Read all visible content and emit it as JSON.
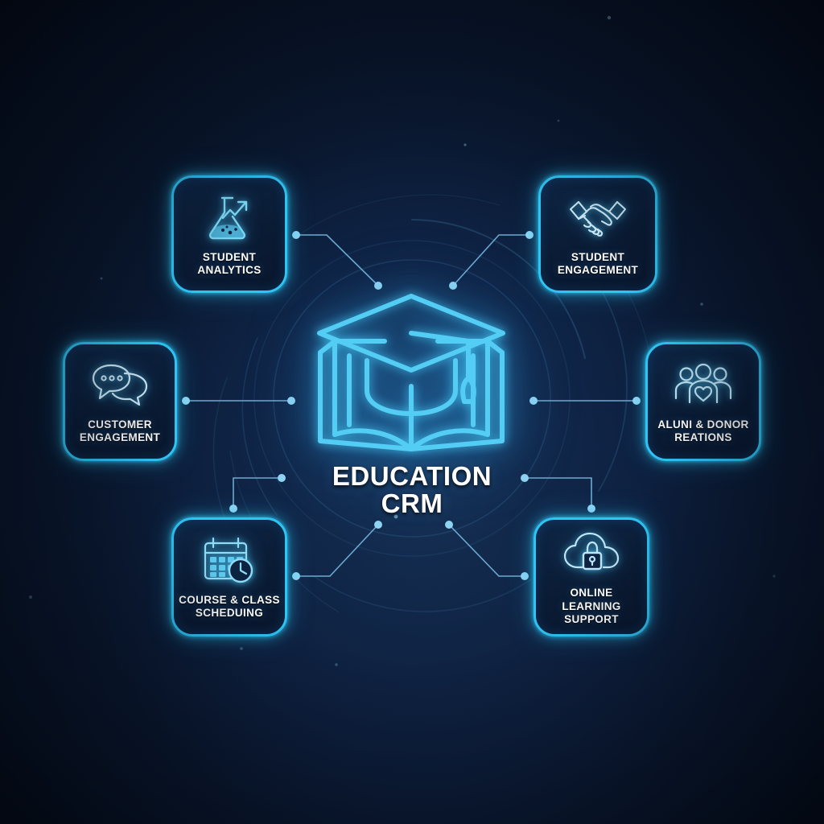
{
  "theme": {
    "accent": "#2ec4f3",
    "icon_color": "#6fd8f7",
    "text_color": "#ffffff",
    "background_dark": "#060f20",
    "background_mid": "#0e2040",
    "connector_color": "#6fb8e0"
  },
  "center": {
    "icon": "graduation-cap-book-icon",
    "title_line1": "EDUCATION",
    "title_line2": "CRM"
  },
  "nodes": [
    {
      "id": "student-analytics",
      "icon": "flask-chart-icon",
      "label_line1": "STUDENT",
      "label_line2": "ANALYTICS",
      "position": "top-left"
    },
    {
      "id": "student-engagement",
      "icon": "handshake-icon",
      "label_line1": "STUDENT",
      "label_line2": "ENGAGEMENT",
      "position": "top-right"
    },
    {
      "id": "customer-engagement",
      "icon": "chat-bubbles-icon",
      "label_line1": "CUSTOMER",
      "label_line2": "ENGAGEMENT",
      "position": "middle-left"
    },
    {
      "id": "alumni-donor-relations",
      "icon": "people-heart-icon",
      "label_line1": "ALUNI & DONOR",
      "label_line2": "REATIONS",
      "position": "middle-right"
    },
    {
      "id": "course-class-scheduling",
      "icon": "calendar-clock-icon",
      "label_line1": "COURSE & CLASS",
      "label_line2": "SCHEDUING",
      "position": "bottom-left"
    },
    {
      "id": "online-learning-support",
      "icon": "cloud-lock-icon",
      "label_line1": "ONLINE LEARNING",
      "label_line2": "SUPPORT",
      "position": "bottom-right"
    }
  ]
}
